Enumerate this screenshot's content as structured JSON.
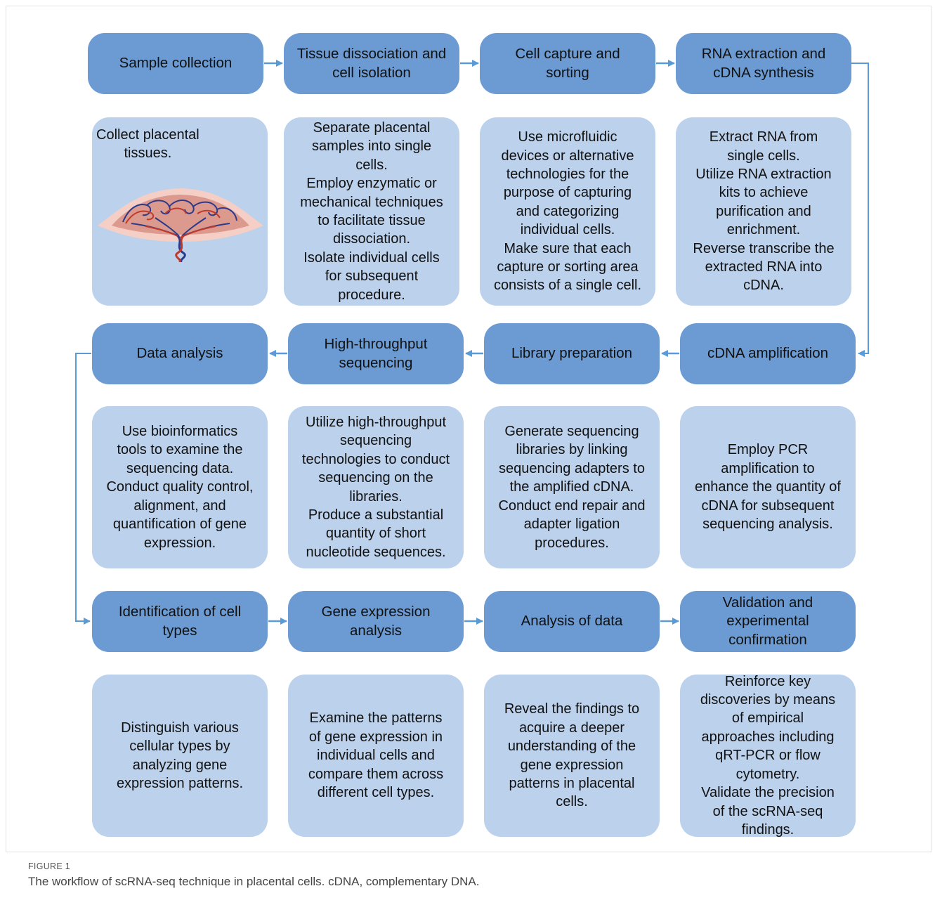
{
  "figure": {
    "label": "FIGURE 1",
    "caption": "The workflow of scRNA-seq technique in placental cells. cDNA, complementary DNA."
  },
  "colors": {
    "step_box": "#6b9bd2",
    "desc_box": "#bcd1ec",
    "arrow": "#5a9ad6",
    "placenta_outer": "#f5cfc6",
    "placenta_inner": "#dc9a8f",
    "vein": "#2b3a8a",
    "artery": "#c0392b"
  },
  "rows": [
    {
      "steps": [
        {
          "title": "Sample collection",
          "description": "Collect placental\ntissues."
        },
        {
          "title": "Tissue dissociation and\ncell isolation",
          "description": "Separate placental\nsamples into single\ncells.\nEmploy enzymatic or\nmechanical techniques\nto facilitate tissue\ndissociation.\nIsolate individual cells\nfor subsequent\nprocedure."
        },
        {
          "title": "Cell capture and\nsorting",
          "description": "Use microfluidic\ndevices or alternative\ntechnologies for the\npurpose of capturing\nand categorizing\nindividual cells.\nMake sure that each\ncapture or sorting area\nconsists of a single cell."
        },
        {
          "title": "RNA extraction and\ncDNA synthesis",
          "description": "Extract RNA from\nsingle cells.\nUtilize RNA extraction\nkits to achieve\npurification and\nenrichment.\nReverse transcribe the\nextracted RNA into\ncDNA."
        }
      ]
    },
    {
      "steps": [
        {
          "title": "Data analysis",
          "description": "Use bioinformatics\ntools to examine the\nsequencing data.\nConduct quality control,\nalignment, and\nquantification of gene\nexpression."
        },
        {
          "title": "High-throughput\nsequencing",
          "description": "Utilize high-throughput\nsequencing\ntechnologies to conduct\nsequencing on the\nlibraries.\nProduce a substantial\nquantity of short\nnucleotide sequences."
        },
        {
          "title": "Library preparation",
          "description": "Generate sequencing\nlibraries by linking\nsequencing adapters to\nthe amplified cDNA.\nConduct end repair and\nadapter ligation\nprocedures."
        },
        {
          "title": "cDNA amplification",
          "description": "Employ PCR\namplification to\nenhance the quantity of\ncDNA for subsequent\nsequencing analysis."
        }
      ]
    },
    {
      "steps": [
        {
          "title": "Identification of cell\ntypes",
          "description": "Distinguish various\ncellular types by\nanalyzing gene\nexpression patterns."
        },
        {
          "title": "Gene expression\nanalysis",
          "description": "Examine the patterns\nof gene expression in\nindividual cells and\ncompare them across\ndifferent cell types."
        },
        {
          "title": "Analysis of data",
          "description": "Reveal the findings to\nacquire a deeper\nunderstanding of the\ngene expression\npatterns in placental\ncells."
        },
        {
          "title": "Validation and\nexperimental\nconfirmation",
          "description": "Reinforce key\ndiscoveries by means\nof empirical\napproaches including\nqRT-PCR or flow\ncytometry.\nValidate the precision\nof the scRNA-seq\nfindings."
        }
      ]
    }
  ]
}
